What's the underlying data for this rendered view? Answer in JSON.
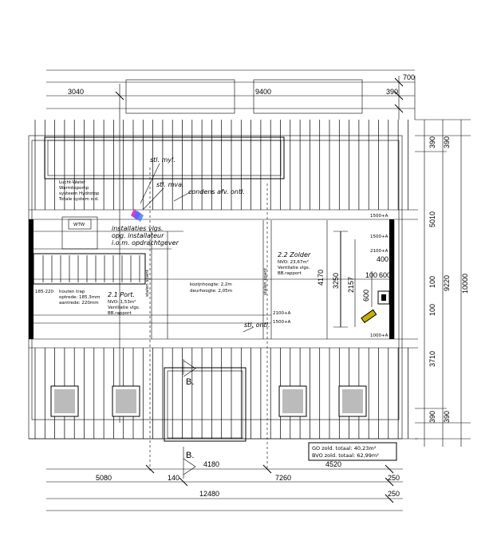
{
  "dimensions": {
    "top": [
      "3040",
      "9400",
      "390",
      "700"
    ],
    "right": [
      "390",
      "390",
      "5010",
      "100",
      "100",
      "3710",
      "390",
      "390",
      "9220",
      "10000"
    ],
    "bottom": [
      "4180",
      "4520",
      "5080",
      "140",
      "7260",
      "250",
      "12480",
      "250"
    ],
    "inner": [
      "4170",
      "3250",
      "2157",
      "600",
      "400",
      "100",
      "600"
    ]
  },
  "labels": {
    "stl_myl": "stl. myl.",
    "stl_mva": "stl. mva.",
    "condens": "condens afv. ontl.",
    "lucht": [
      "Lucht-Water",
      "Warmtepomp",
      "systeem Hydrotop",
      "Totale system o.d."
    ],
    "wtw": "WTW",
    "installaties": [
      "installaties vlgs.",
      "opg. installateur",
      "i.o.m. opdrachtgever"
    ],
    "port": [
      "2.1 Port.",
      "NVO: 1,53m²",
      "Ventilatie vlgs.",
      "BB.rapport"
    ],
    "trap": [
      "houten trap",
      "optrede: 185,3mm",
      "aantrede: 220mm"
    ],
    "trap_range": "185-220",
    "kozijn": [
      "kozijnhoogte: 2,2m",
      "deurhoogte: 2,05m"
    ],
    "zolder": [
      "2.2 Zolder",
      "NVO: 23,67m²",
      "Ventilatie vlgs.",
      "BB.rapport"
    ],
    "stalen_spant": "stalen spant",
    "stl_ontl": "stl. ontl.",
    "heights": [
      "1500+A",
      "2100+A",
      "1500+A",
      "2100+A",
      "1500+A",
      "1000+A"
    ],
    "section_top": "B.",
    "section_bottom": "B.",
    "summary": [
      "GO zold. totaal: 40,23m²",
      "BVO zold. totaal: 62,99m²"
    ]
  }
}
